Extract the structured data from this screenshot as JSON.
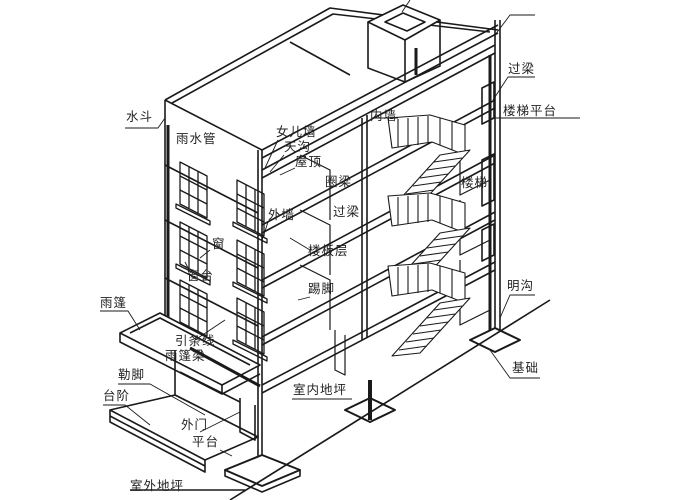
{
  "labels": {
    "shuidou": "水斗",
    "yushuiguan": "雨水管",
    "nverqiang": "女儿墙",
    "tiangou": "天沟",
    "wuding": "屋顶",
    "neiqiang": "内墙",
    "guoliang_top": "过梁",
    "louti_pingtai": "楼梯平台",
    "quanliang": "圈梁",
    "louti": "楼梯",
    "waiqiang": "外墙",
    "guoliang_mid": "过梁",
    "chuang": "窗",
    "louban": "楼板层",
    "chuangtai": "窗台",
    "tijiao": "踢脚",
    "minggou": "明沟",
    "yupeng": "雨篷",
    "yintiaoxian": "引条线",
    "yupengliang": "雨篷梁",
    "lejiao": "勒脚",
    "taijie": "台阶",
    "waimen": "外门",
    "pingtai": "平台",
    "jichu": "基础",
    "shinei_dipi": "室内地坪",
    "shiwai_dipi": "室外地坪"
  },
  "colors": {
    "line": "#1a1a1a",
    "background": "#ffffff"
  }
}
